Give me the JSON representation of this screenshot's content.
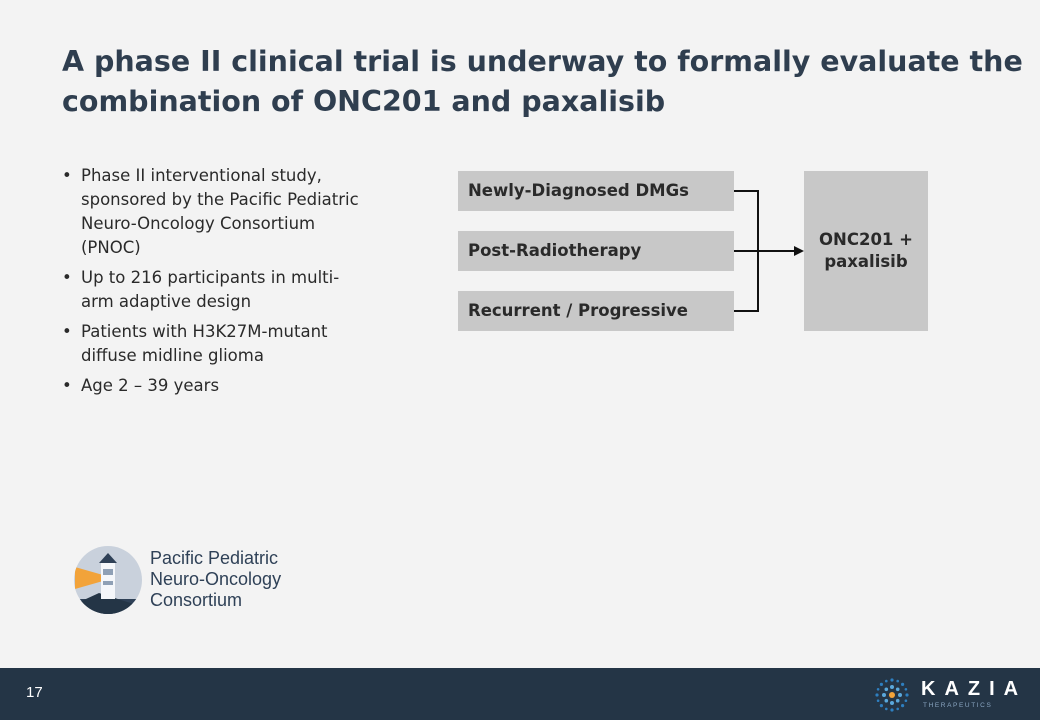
{
  "title": {
    "line1": "A phase II clinical trial is underway to formally evaluate the",
    "line2": "combination of ONC201 and paxalisib"
  },
  "bullets": [
    {
      "lines": [
        "Phase II interventional study,",
        "sponsored by the Pacific Pediatric",
        "Neuro-Oncology Consortium",
        "(PNOC)"
      ]
    },
    {
      "lines": [
        "Up to 216 participants in multi-",
        "arm adaptive design"
      ]
    },
    {
      "lines": [
        "Patients with H3K27M-mutant",
        "diffuse midline glioma"
      ]
    },
    {
      "lines": [
        "Age 2 – 39 years"
      ]
    }
  ],
  "bullet_glyph": "•",
  "diagram": {
    "arms": [
      "Newly-Diagnosed DMGs",
      "Post-Radiotherapy",
      "Recurrent / Progressive"
    ],
    "target": [
      "ONC201 +",
      "paxalisib"
    ]
  },
  "partner_logo": {
    "icon": "lighthouse-logo-icon",
    "lines": [
      "Pacific Pediatric",
      "Neuro-Oncology",
      "Consortium"
    ]
  },
  "footer": {
    "page_number": "17",
    "brand_icon": "kazia-dots-icon",
    "brand_name": "KAZIA",
    "brand_sub": "THERAPEUTICS"
  },
  "colors": {
    "background": "#f3f3f3",
    "title": "#2f3e4f",
    "box": "#c8c8c8",
    "footer": "#243546"
  }
}
